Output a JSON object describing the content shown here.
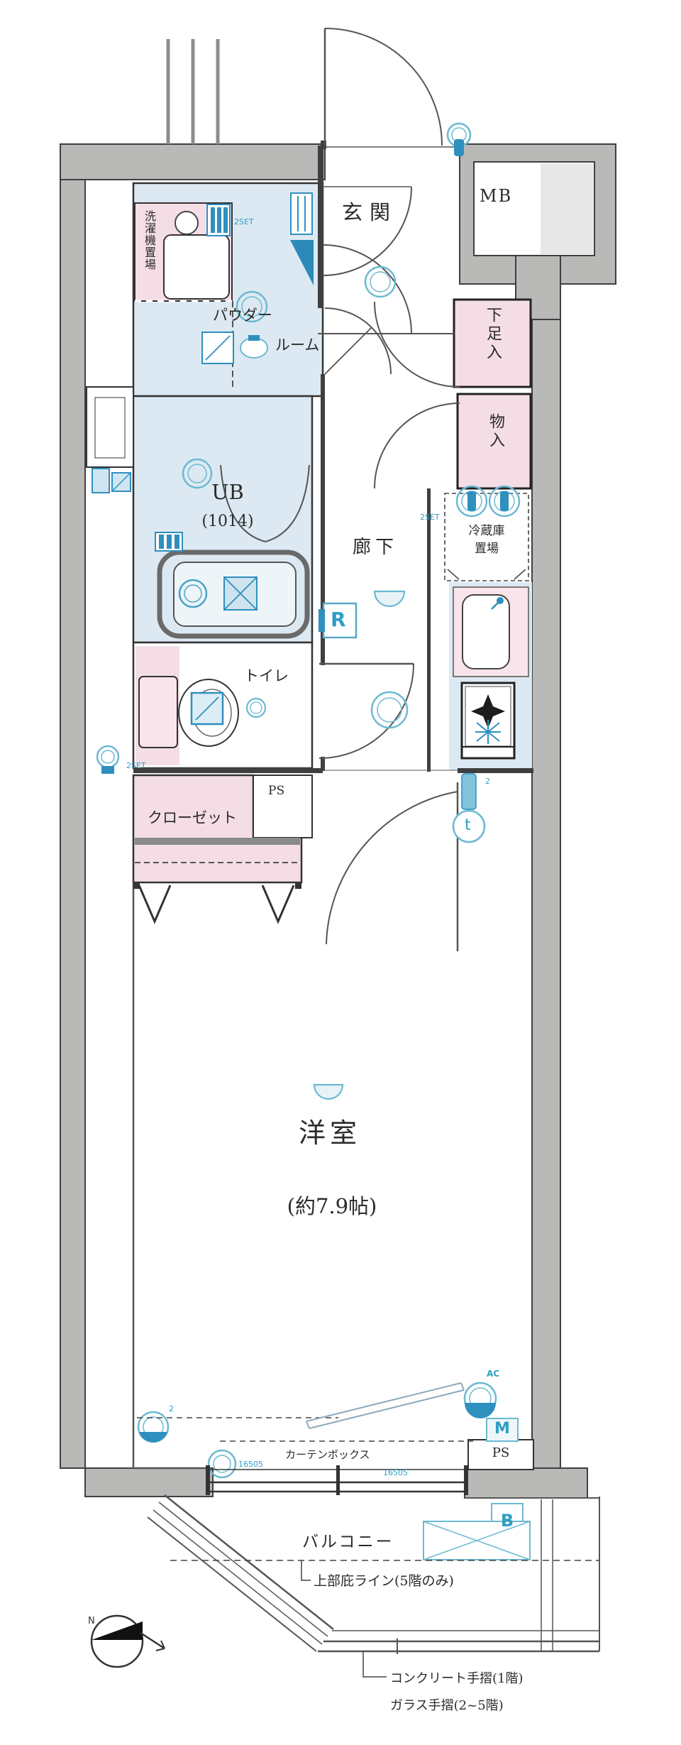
{
  "colors": {
    "wall": "#b9bab8",
    "pink": "#f5dde6",
    "wet_room_blue": "#dde9f2",
    "symbol_cyan": "#6cb9d2",
    "fixture_blue": "#2f8fbf",
    "line": "#3f3f3f"
  },
  "rooms": {
    "entrance": "玄関",
    "meter_box": "MB",
    "shoe_cabinet": "下足入",
    "storage": "物入",
    "fridge_space_l1": "冷蔵庫",
    "fridge_space_l2": "置場",
    "powder_l1": "パウダー",
    "powder_l2": "ルーム",
    "washer_space": "洗濯機置場",
    "bath_l1": "UB",
    "bath_l2": "(1014)",
    "corridor": "廊下",
    "toilet": "トイレ",
    "closet": "クローゼット",
    "pipe_space_upper": "PS",
    "pipe_space_lower": "PS",
    "western_room_l1": "洋室",
    "western_room_l2": "(約7.9帖)",
    "balcony": "バルコニー"
  },
  "annotations": {
    "curtain_box": "カーテンボックス",
    "eave_line": "上部庇ライン(5階のみ)",
    "handrail_l1": "コンクリート手摺(1階)",
    "handrail_l2": "ガラス手摺(2~5階)",
    "outlet_washer": "2SET",
    "outlet_toilet": "2SET",
    "outlet_kitchen": "2SET",
    "window_code_left": "16505",
    "window_code_right": "16505",
    "sup_heater": "2",
    "sup_outlet": "2",
    "north": "N"
  },
  "symbols": {
    "remote": "R",
    "meter": "M",
    "balcony_meter": "B",
    "air_con": "AC",
    "water_heater": "t"
  }
}
